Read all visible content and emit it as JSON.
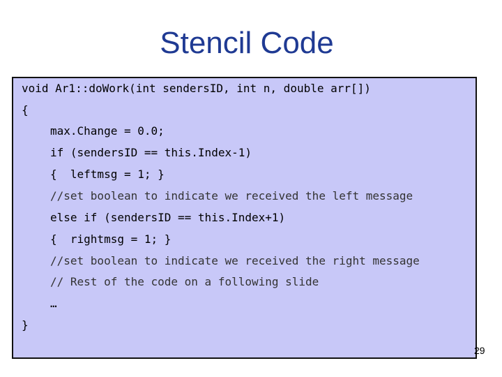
{
  "slide": {
    "title": "Stencil Code",
    "page_number": "29"
  },
  "code": {
    "lines": [
      "void Ar1::doWork(int sendersID, int n, double arr[])",
      "{",
      "max.Change = 0.0;",
      "if (sendersID == this.Index-1)",
      "{  leftmsg = 1; }",
      "//set boolean to indicate we received the left message",
      "else if (sendersID == this.Index+1)",
      "{  rightmsg = 1; }",
      "//set boolean to indicate we received the right message",
      "// Rest of the code on a following slide",
      "…",
      "}"
    ]
  }
}
